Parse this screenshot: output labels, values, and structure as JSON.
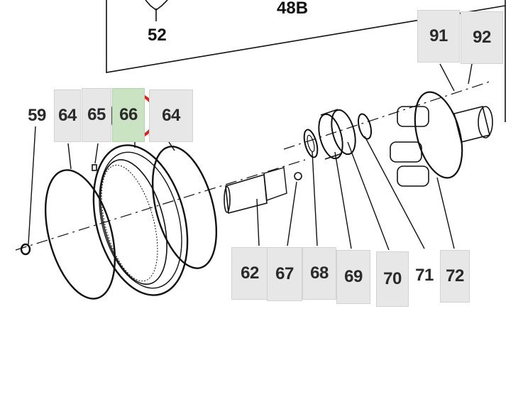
{
  "top_labels": {
    "part_52": "52",
    "part_48b": "48B"
  },
  "callouts": [
    {
      "id": "59",
      "text": "59"
    },
    {
      "id": "64a",
      "text": "64"
    },
    {
      "id": "65",
      "text": "65"
    },
    {
      "id": "66",
      "text": "66"
    },
    {
      "id": "64b",
      "text": "64"
    },
    {
      "id": "91",
      "text": "91"
    },
    {
      "id": "92",
      "text": "92"
    },
    {
      "id": "62",
      "text": "62"
    },
    {
      "id": "67",
      "text": "67"
    },
    {
      "id": "68",
      "text": "68"
    },
    {
      "id": "69",
      "text": "69"
    },
    {
      "id": "70",
      "text": "70"
    },
    {
      "id": "71",
      "text": "71"
    },
    {
      "id": "72",
      "text": "72"
    }
  ],
  "highlight": {
    "part": "66",
    "ring_color": "#e0201c",
    "fill_color": "#c9e3c3"
  }
}
